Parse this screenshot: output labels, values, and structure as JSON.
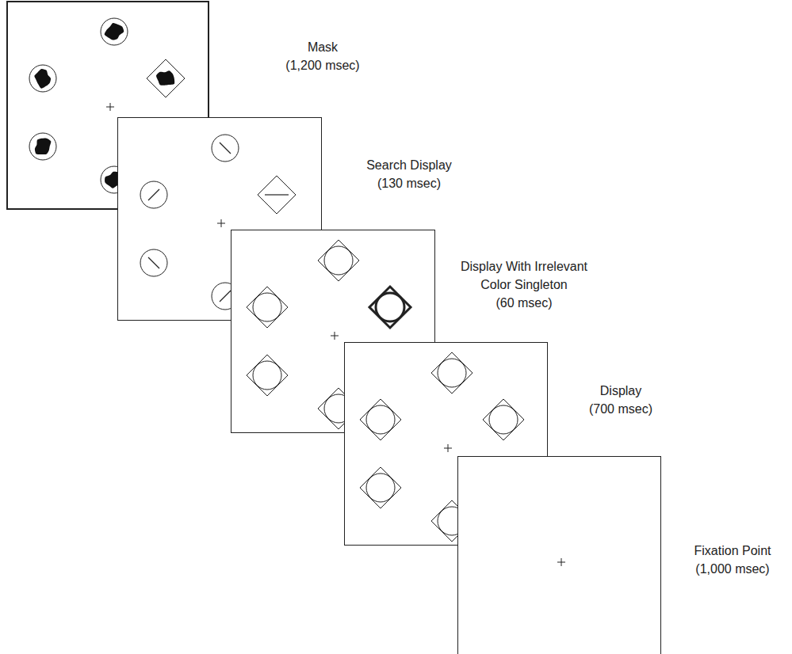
{
  "diagram": {
    "nodes": [
      {
        "text": [
          "Mask",
          "(1,200 msec)"
        ]
      },
      {
        "text": [
          "Search Display",
          "(130 msec)"
        ]
      },
      {
        "text": [
          "Display With Irrelevant Color Singleton",
          "(60 msec)"
        ]
      },
      {
        "text": [
          "Display",
          "(700 msec)"
        ]
      },
      {
        "text": [
          "Fixation Point",
          "(1,000 msec)"
        ]
      }
    ]
  }
}
